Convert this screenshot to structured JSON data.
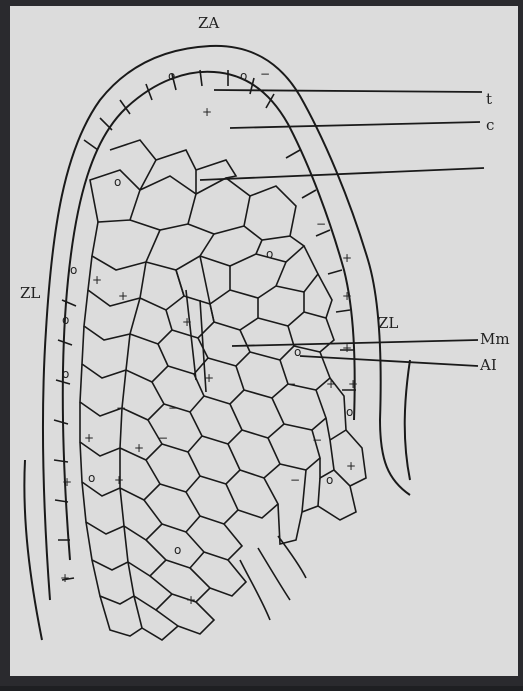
{
  "figure": {
    "zones": {
      "apical": "ZA",
      "lateral_left": "ZL",
      "lateral_right": "ZL"
    },
    "leaders": {
      "t": "t",
      "c": "c",
      "blank": "",
      "mm": "Mm",
      "ai": "AI"
    },
    "cell_markers": {
      "plus": "+",
      "minus": "−",
      "dot": "o"
    },
    "colors": {
      "paper": "#dcdcdc",
      "ink": "#1a1a1a",
      "frame": "#2a2a2e"
    }
  }
}
